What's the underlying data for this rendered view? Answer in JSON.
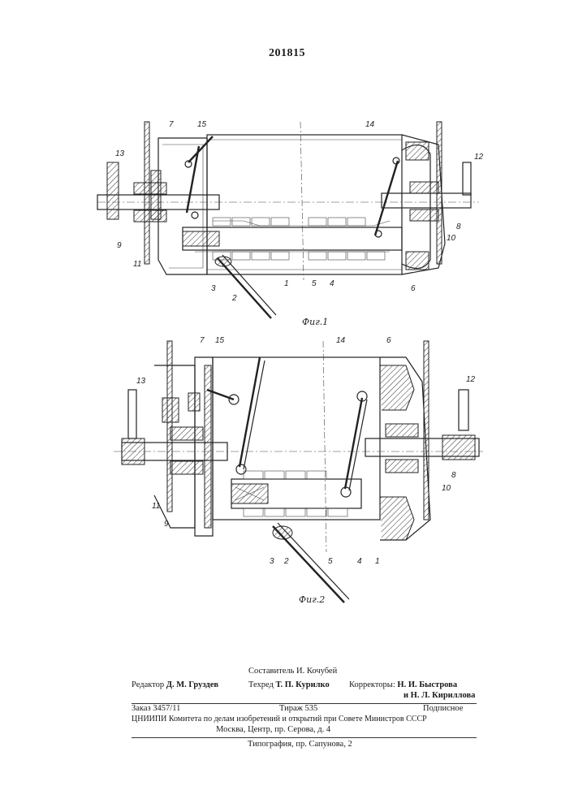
{
  "patent_number": "201815",
  "figures": {
    "fig1_caption": "Фиг.1",
    "fig2_caption": "Фиг.2",
    "fig1_refs": [
      "7",
      "15",
      "14",
      "13",
      "12",
      "9",
      "11",
      "3",
      "2",
      "1",
      "5",
      "4",
      "6",
      "8",
      "10"
    ],
    "fig2_refs": [
      "7",
      "15",
      "14",
      "6",
      "13",
      "12",
      "11",
      "9",
      "3",
      "2",
      "5",
      "4",
      "1",
      "8",
      "10"
    ]
  },
  "footer": {
    "compiler": "Составитель И. Кочубей",
    "editor_label": "Редактор",
    "editor_name": "Д. М. Груздев",
    "techred_label": "Техред",
    "techred_name": "Т. П. Курилко",
    "correctors_label": "Корректоры:",
    "corrector1": "Н. И. Быстрова",
    "corrector2": "и Н. Л. Кириллова",
    "order": "Заказ  3457/11",
    "circulation": "Тираж  535",
    "subscription": "Подписное",
    "institute": "ЦНИИПИ Комитета по делам изобретений и открытий при Совете Министров СССР",
    "address": "Москва, Центр, пр. Серова, д. 4",
    "printing": "Типография, пр. Сапунова, 2"
  }
}
